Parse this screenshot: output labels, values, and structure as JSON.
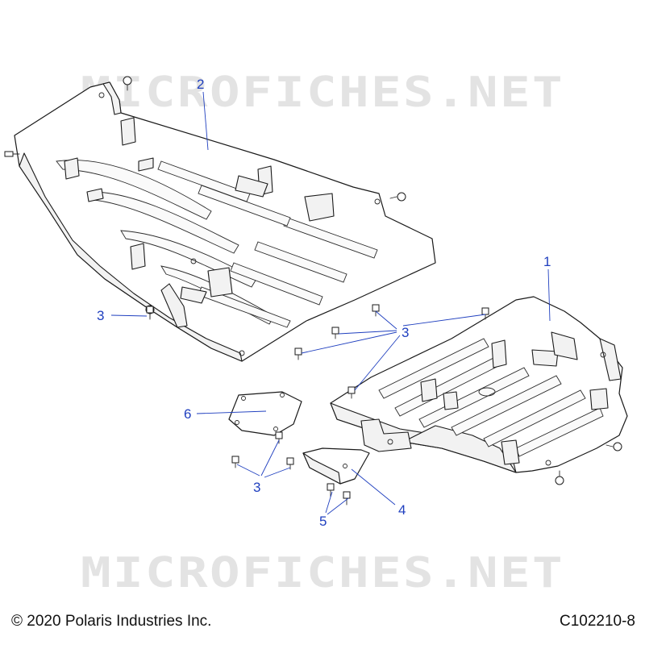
{
  "watermark": "MICROFICHES.NET",
  "callouts": {
    "c1": "1",
    "c2": "2",
    "c3a": "3",
    "c3b": "3",
    "c3c": "3",
    "c4": "4",
    "c5": "5",
    "c6": "6"
  },
  "footer": {
    "copyright": "© 2020 Polaris Industries Inc.",
    "drawing_id": "C102210-8"
  },
  "colors": {
    "callout": "#1f3fbf",
    "line": "#1a1a1a",
    "watermark": "#e3e3e3"
  }
}
